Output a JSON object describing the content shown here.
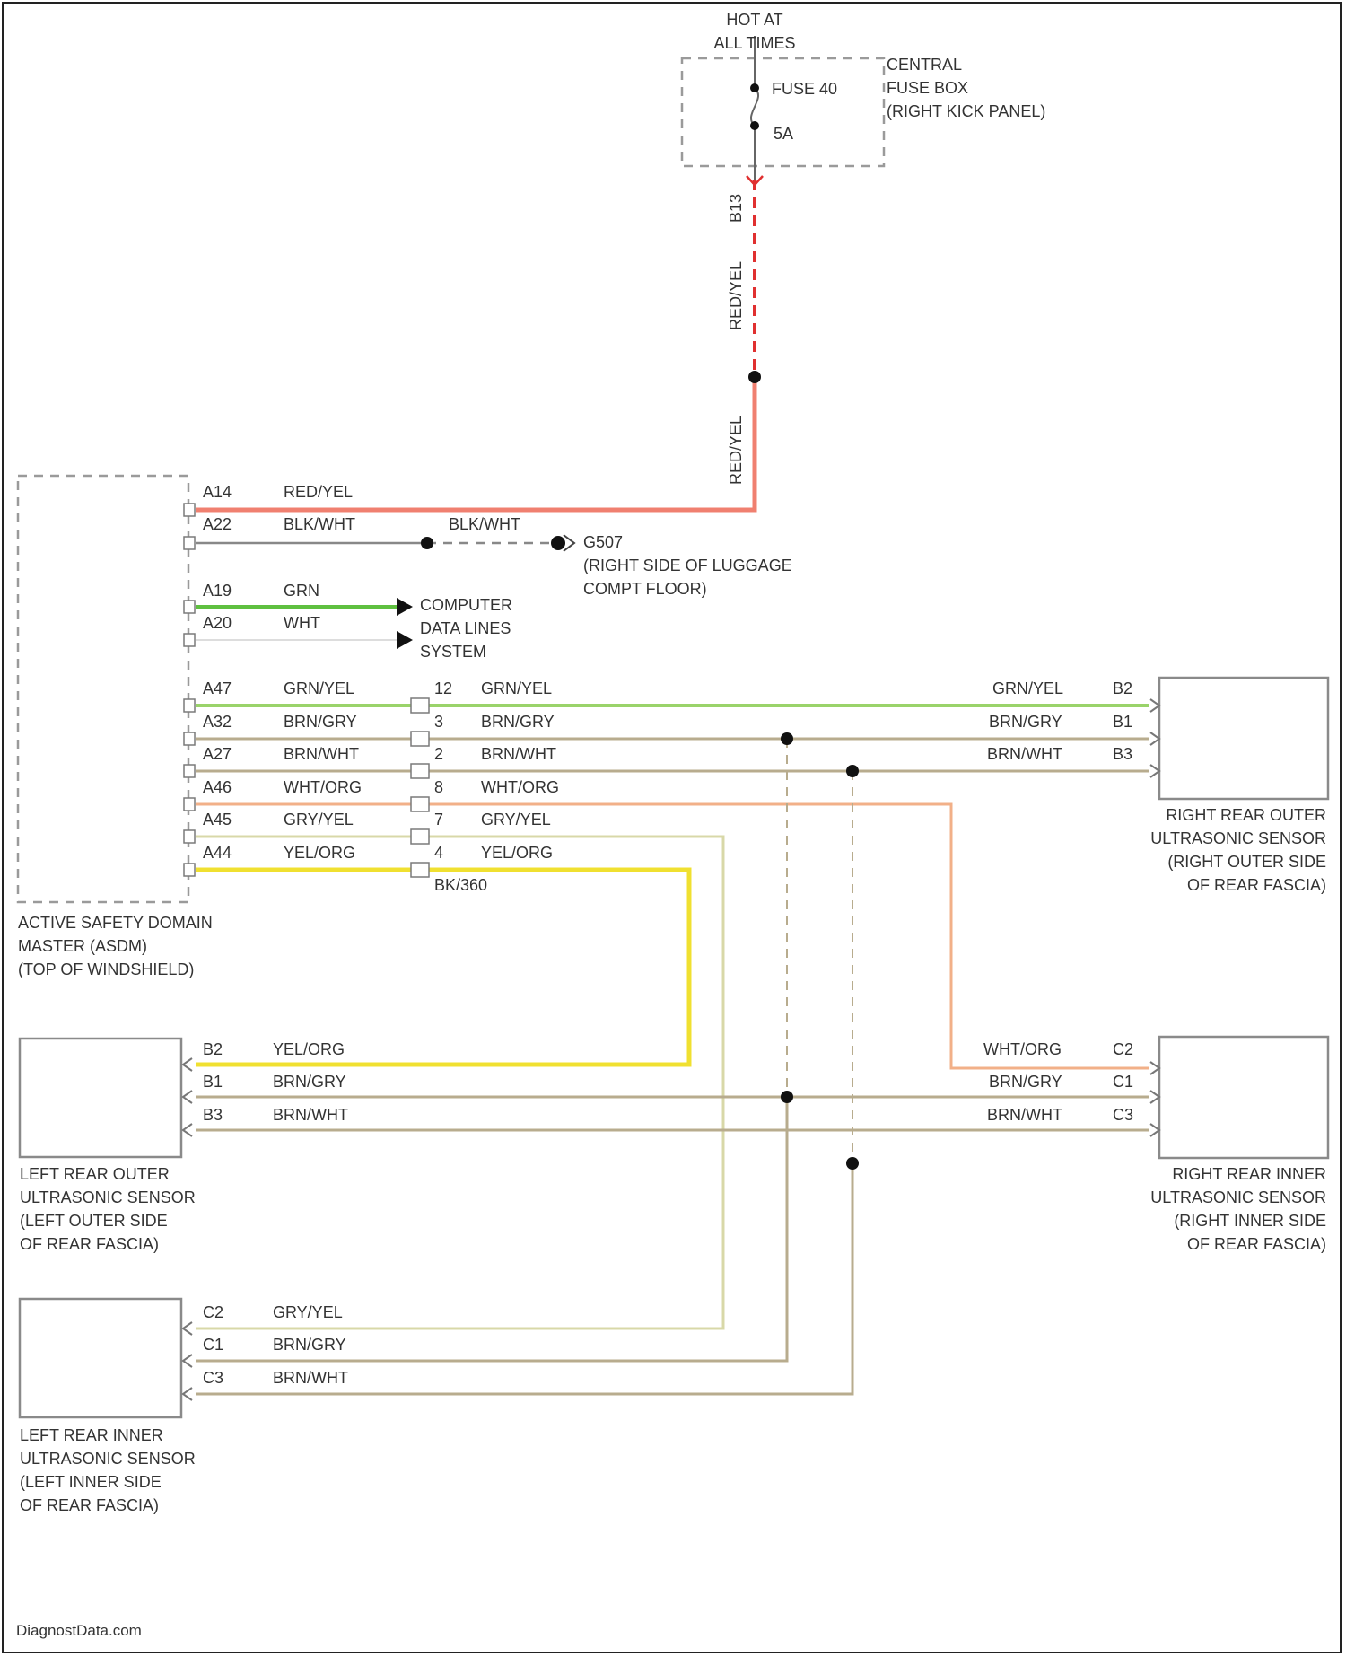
{
  "power": {
    "hot_line1": "HOT AT",
    "hot_line2": "ALL TIMES"
  },
  "fuse_box": {
    "fuse_label": "FUSE 40",
    "amperage": "5A",
    "name_line1": "CENTRAL",
    "name_line2": "FUSE BOX",
    "name_line3": "(RIGHT KICK PANEL)"
  },
  "feed": {
    "pin_b13": "B13",
    "wire_upper": "RED/YEL",
    "wire_lower": "RED/YEL"
  },
  "asdm": {
    "name_line1": "ACTIVE SAFETY DOMAIN",
    "name_line2": "MASTER (ASDM)",
    "name_line3": "(TOP OF WINDSHIELD)",
    "pins": [
      {
        "pin": "A14",
        "color": "RED/YEL"
      },
      {
        "pin": "A22",
        "color": "BLK/WHT"
      },
      {
        "pin": "A19",
        "color": "GRN"
      },
      {
        "pin": "A20",
        "color": "WHT"
      },
      {
        "pin": "A47",
        "color": "GRN/YEL"
      },
      {
        "pin": "A32",
        "color": "BRN/GRY"
      },
      {
        "pin": "A27",
        "color": "BRN/WHT"
      },
      {
        "pin": "A46",
        "color": "WHT/ORG"
      },
      {
        "pin": "A45",
        "color": "GRY/YEL"
      },
      {
        "pin": "A44",
        "color": "YEL/ORG"
      }
    ]
  },
  "ground": {
    "wire": "BLK/WHT",
    "name": "G507",
    "loc_line1": "(RIGHT SIDE OF LUGGAGE",
    "loc_line2": "COMPT FLOOR)"
  },
  "computer_data": {
    "line1": "COMPUTER",
    "line2": "DATA LINES",
    "line3": "SYSTEM"
  },
  "inline_connector": {
    "name": "BK/360",
    "cavities": [
      {
        "cav": "12",
        "color": "GRN/YEL"
      },
      {
        "cav": "3",
        "color": "BRN/GRY"
      },
      {
        "cav": "2",
        "color": "BRN/WHT"
      },
      {
        "cav": "8",
        "color": "WHT/ORG"
      },
      {
        "cav": "7",
        "color": "GRY/YEL"
      },
      {
        "cav": "4",
        "color": "YEL/ORG"
      }
    ]
  },
  "right_rear_outer": {
    "name_line1": "RIGHT REAR OUTER",
    "name_line2": "ULTRASONIC SENSOR",
    "name_line3": "(RIGHT OUTER SIDE",
    "name_line4": "OF REAR FASCIA)",
    "pins": [
      {
        "pin": "B2",
        "color": "GRN/YEL"
      },
      {
        "pin": "B1",
        "color": "BRN/GRY"
      },
      {
        "pin": "B3",
        "color": "BRN/WHT"
      }
    ]
  },
  "right_rear_inner": {
    "name_line1": "RIGHT REAR INNER",
    "name_line2": "ULTRASONIC SENSOR",
    "name_line3": "(RIGHT INNER SIDE",
    "name_line4": "OF REAR FASCIA)",
    "pins": [
      {
        "pin": "C2",
        "color": "WHT/ORG"
      },
      {
        "pin": "C1",
        "color": "BRN/GRY"
      },
      {
        "pin": "C3",
        "color": "BRN/WHT"
      }
    ]
  },
  "left_rear_outer": {
    "name_line1": "LEFT REAR OUTER",
    "name_line2": "ULTRASONIC SENSOR",
    "name_line3": "(LEFT OUTER SIDE",
    "name_line4": "OF REAR FASCIA)",
    "pins": [
      {
        "pin": "B2",
        "color": "YEL/ORG"
      },
      {
        "pin": "B1",
        "color": "BRN/GRY"
      },
      {
        "pin": "B3",
        "color": "BRN/WHT"
      }
    ]
  },
  "left_rear_inner": {
    "name_line1": "LEFT REAR INNER",
    "name_line2": "ULTRASONIC SENSOR",
    "name_line3": "(LEFT INNER SIDE",
    "name_line4": "OF REAR FASCIA)",
    "pins": [
      {
        "pin": "C2",
        "color": "GRY/YEL"
      },
      {
        "pin": "C1",
        "color": "BRN/GRY"
      },
      {
        "pin": "C3",
        "color": "BRN/WHT"
      }
    ]
  },
  "watermark": "DiagnostData.com",
  "wire_colors": {
    "red_yel": "#f08070",
    "red_dash": "#e03030",
    "grn": "#5fc040",
    "grn_yel": "#9ad36a",
    "brn": "#b8ac8e",
    "wht_org": "#f2b088",
    "gry_yel": "#d8d8a8",
    "yel_org": "#f0e030",
    "blk": "#888888"
  }
}
